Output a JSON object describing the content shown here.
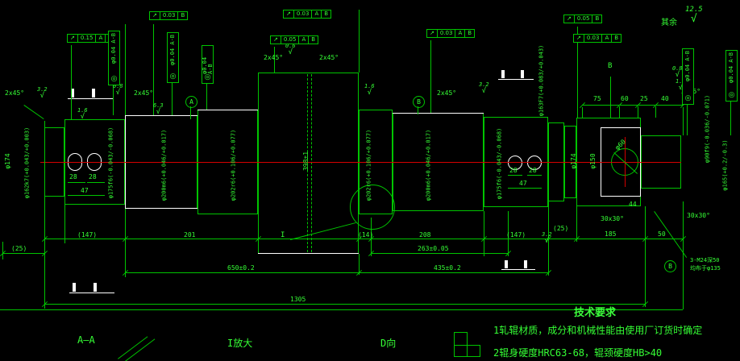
{
  "colors": {
    "line": "#00c400",
    "text": "#35ff35",
    "white": "#ffffff",
    "centerline": "#d40000",
    "bg": "#000000"
  },
  "surface_note": {
    "prefix": "其余",
    "value": "12.5"
  },
  "tech": {
    "title": "技术要求",
    "line1": "1轧辊材质，成分和机械性能由使用厂订货时确定",
    "line2": "2辊身硬度HRC63-68，辊颈硬度HB>40"
  },
  "views": {
    "section_aa": "A—A",
    "detail_enlarged": "I放大",
    "view_d": "D向",
    "detail_mark": "I"
  },
  "datums": {
    "a": "A",
    "b": "B",
    "b2": "B",
    "b_plain": "B"
  },
  "notes": {
    "thread": "3-M24深50",
    "thread2": "均布于φ135"
  },
  "gdt": [
    {
      "sym": "↗",
      "val": "0.15",
      "d1": "A",
      "d2": "B"
    },
    {
      "sym": "↗",
      "val": "0.03",
      "d1": "B"
    },
    {
      "sym": "↗",
      "val": "0.03",
      "d1": "A",
      "d2": "B"
    },
    {
      "sym": "↗",
      "val": "0.05",
      "d1": "A",
      "d2": "B"
    },
    {
      "sym": "↗",
      "val": "0.03",
      "d1": "A",
      "d2": "B"
    },
    {
      "sym": "↗",
      "val": "0.05",
      "d1": "B"
    },
    {
      "sym": "↗",
      "val": "0.03",
      "d1": "A",
      "d2": "B"
    }
  ],
  "gdt_v": [
    {
      "sym": "◎",
      "val": "φ0.04 A-B"
    },
    {
      "sym": "◎",
      "val": "φ0.04 A-B"
    },
    {
      "sym": "◎",
      "val": "φ0.04 A-B"
    },
    {
      "sym": "◎",
      "val": "φ0.04 A-B"
    },
    {
      "sym": "◎",
      "val": "φ0.04 A-B"
    }
  ],
  "hdims": [
    "(25)",
    "(147)",
    "201",
    "(14)",
    "208",
    "263±0.05",
    "650±0.2",
    "435±0.2",
    "1305",
    "(147)",
    "(25)",
    "185",
    "50",
    "44",
    "30x30°",
    "30x30°",
    "28",
    "28",
    "47",
    "28",
    "28",
    "47",
    "75",
    "60",
    "25",
    "40"
  ],
  "chamfers": [
    "2x45°",
    "2x45°",
    "2x45°",
    "2x45°",
    "2x45°",
    "2x45°"
  ],
  "vdims": [
    "φ174",
    "φ162k7(+0.043/+0.003)",
    "φ175f6(-0.043/-0.068)",
    "φ200m6(+0.046/+0.017)",
    "φ202r6(+0.106/+0.077)",
    "398±1",
    "φ202r6(+0.106/+0.077)",
    "φ200m6(+0.046/+0.017)",
    "φ175f6(-0.043/-0.068)",
    "φ163F7(+0.083/+0.043)",
    "φ174",
    "φ150",
    "φ90f9(-0.036/-0.071)",
    "φ165(+0.2/-0.3)",
    "φ60"
  ],
  "surface": [
    "3.2",
    "0.8",
    "1.6",
    "6.3",
    "0.6",
    "1.6",
    "3.2",
    "0.8",
    "1.6",
    "3.2"
  ]
}
